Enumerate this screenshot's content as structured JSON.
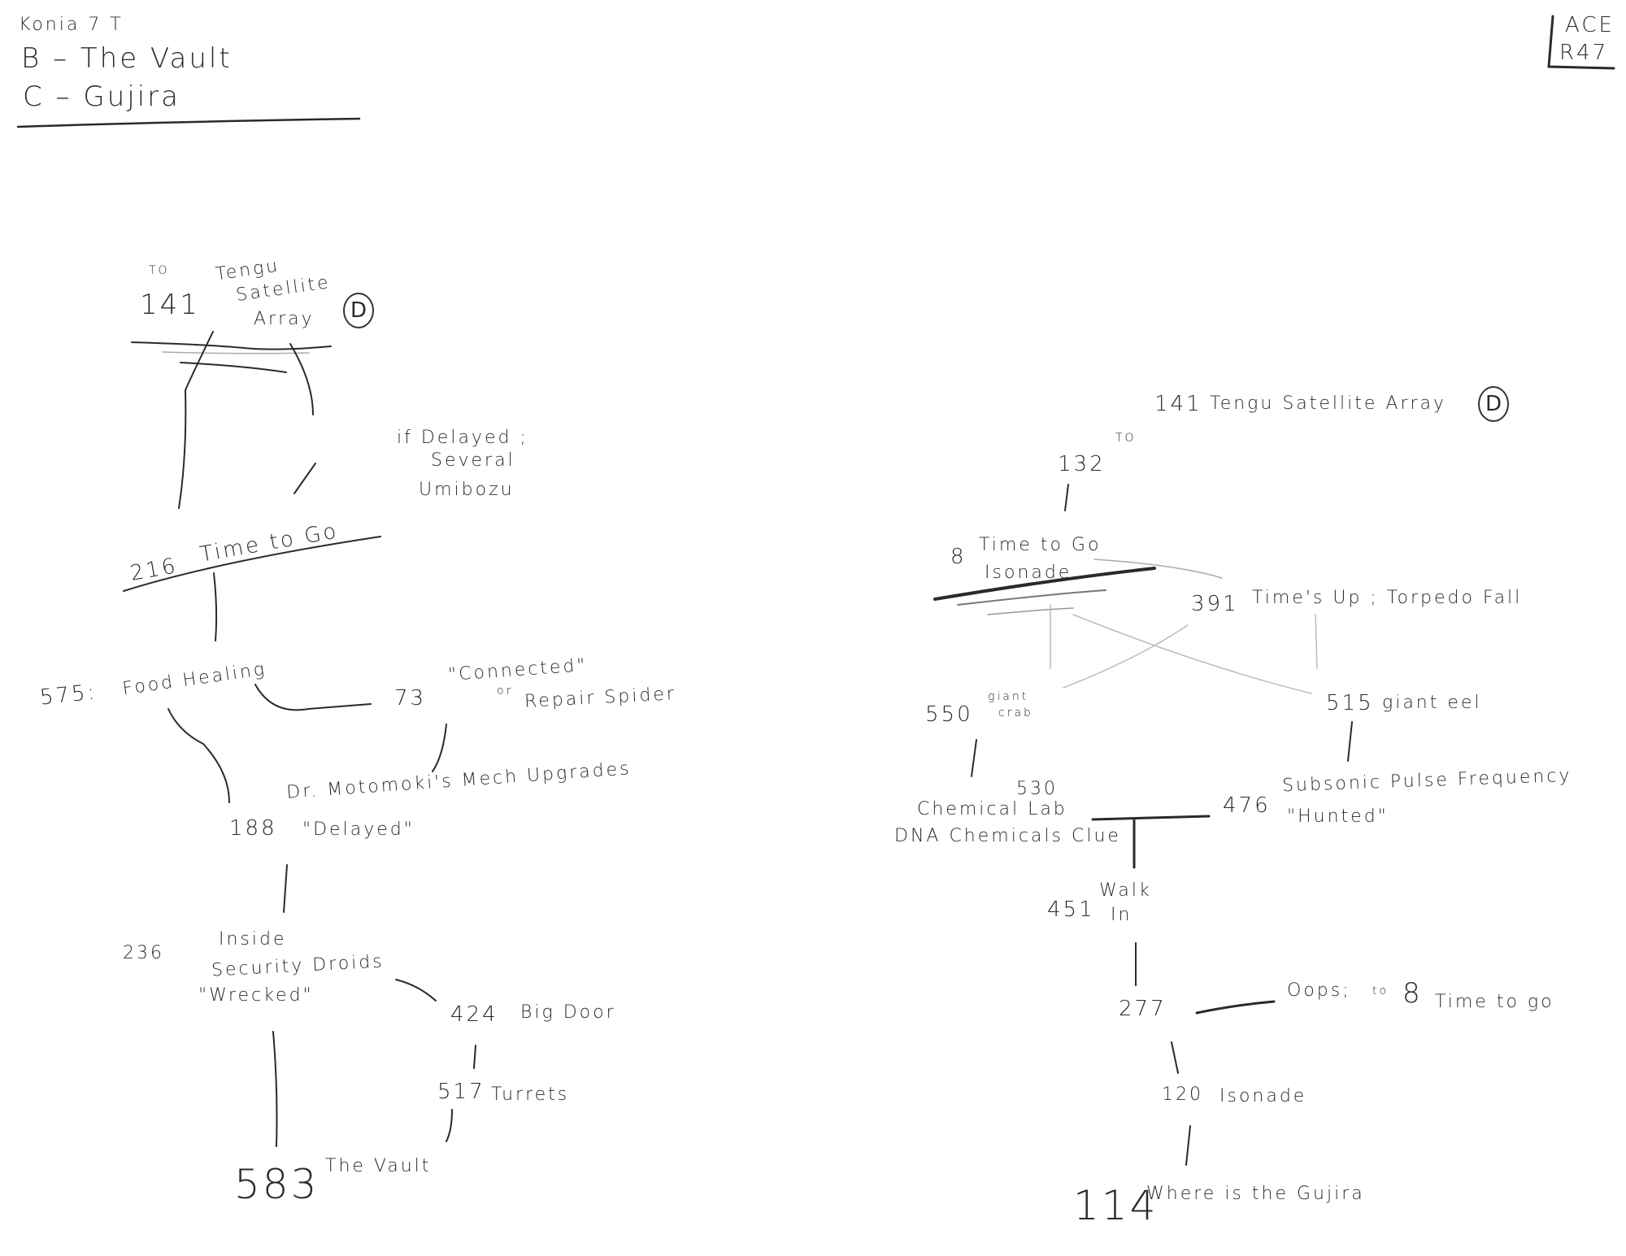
{
  "legend": {
    "line1": "Konia 7 T",
    "line2": "B – The Vault",
    "line3": "C – Gujira"
  },
  "corner_box": {
    "line1": "ACE",
    "line2": "R47"
  },
  "left_tree": {
    "start": {
      "prefix": "TO",
      "number": "141",
      "title_line1": "Tengu",
      "title_line2": "Satellite",
      "title_line3": "Array",
      "badge": "D"
    },
    "note_delayed": {
      "line1": "if Delayed ;",
      "line2": "Several",
      "line3": "Umibozu"
    },
    "n216": {
      "number": "216",
      "title": "Time to Go"
    },
    "n575": {
      "number": "575:",
      "title": "Food Healing"
    },
    "n73": {
      "number": "73",
      "note1": "\"Connected\"",
      "note2": "or",
      "note3": "Repair Spider"
    },
    "n188": {
      "number": "188",
      "title": "Dr. Motomoki's Mech Upgrades",
      "note": "\"Delayed\""
    },
    "n236": {
      "number": "236",
      "line1": "Inside",
      "line2": "Security Droids",
      "note": "\"Wrecked\""
    },
    "n424": {
      "number": "424",
      "title": "Big Door"
    },
    "n517": {
      "number": "517",
      "title": "Turrets"
    },
    "n583": {
      "number": "583",
      "title": "The Vault"
    }
  },
  "right_tree": {
    "start": {
      "number": "141",
      "title": "Tengu Satellite Array",
      "badge": "D",
      "prefix": "TO"
    },
    "n132": {
      "number": "132"
    },
    "n8": {
      "number": "8",
      "title": "Time to Go",
      "sub": "Isonade"
    },
    "n391": {
      "number": "391",
      "title": "Time's Up ; Torpedo Fall"
    },
    "n550": {
      "number": "550",
      "line1": "giant",
      "line2": "crab"
    },
    "n515": {
      "number": "515",
      "title": "giant eel"
    },
    "n530": {
      "number": "530",
      "line1": "Chemical Lab",
      "line2": "DNA Chemicals Clue"
    },
    "n476": {
      "number": "476",
      "title": "Subsonic Pulse Frequency",
      "note": "\"Hunted\""
    },
    "n451": {
      "number": "451",
      "line1": "Walk",
      "line2": "In"
    },
    "n277": {
      "number": "277",
      "note": "Oops;",
      "to": "to",
      "target_number": "8",
      "target_title": "Time to go"
    },
    "n120": {
      "number": "120",
      "title": "Isonade"
    },
    "n114": {
      "number": "114",
      "title": "Where is the Gujira"
    }
  }
}
